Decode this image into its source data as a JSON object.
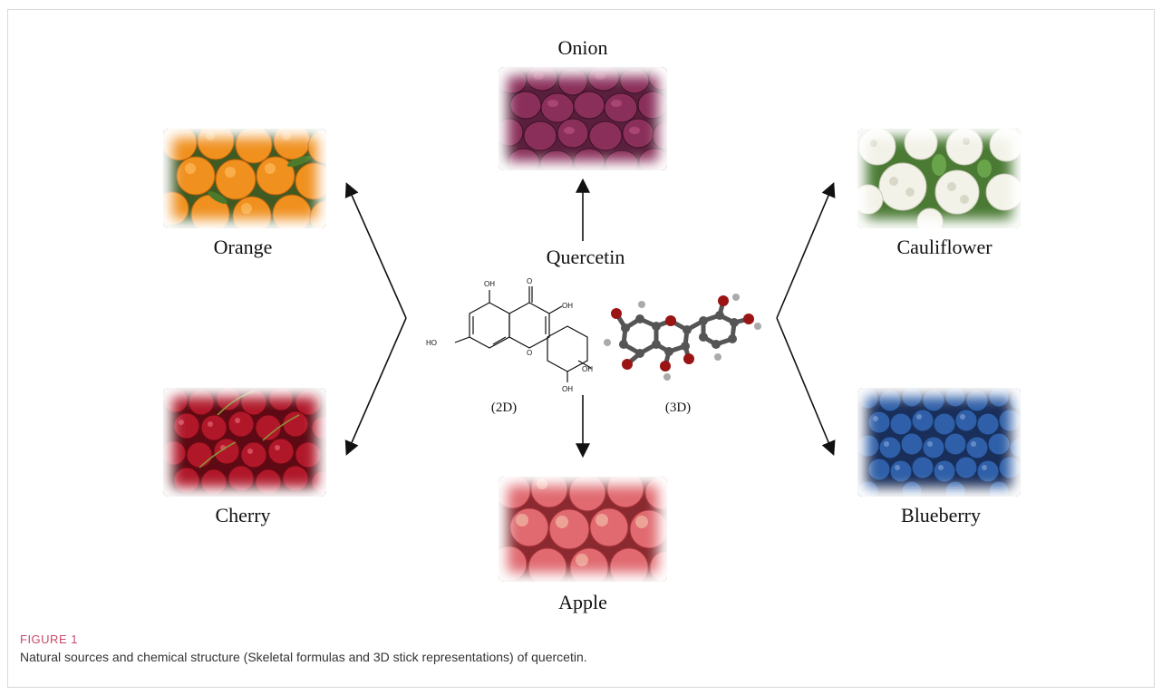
{
  "nodes": {
    "onion": "Onion",
    "orange": "Orange",
    "cauliflower": "Cauliflower",
    "cherry": "Cherry",
    "blueberry": "Blueberry",
    "apple": "Apple",
    "center": "Quercetin"
  },
  "structure": {
    "label_2d": "(2D)",
    "label_3d": "(3D)",
    "atoms": {
      "oh": "OH",
      "o": "O",
      "ho": "HO"
    }
  },
  "caption": {
    "figure_number": "FIGURE 1",
    "text": "Natural sources and chemical structure (Skeletal formulas and 3D stick representations) of quercetin."
  },
  "colors": {
    "onion": "#7a2a4a",
    "orange": "#f0901e",
    "cauliflower": "#eeeee2",
    "cherry": "#b0182a",
    "blueberry": "#2f5fa8",
    "apple": "#e06a70",
    "caption_accent": "#c8496a"
  }
}
